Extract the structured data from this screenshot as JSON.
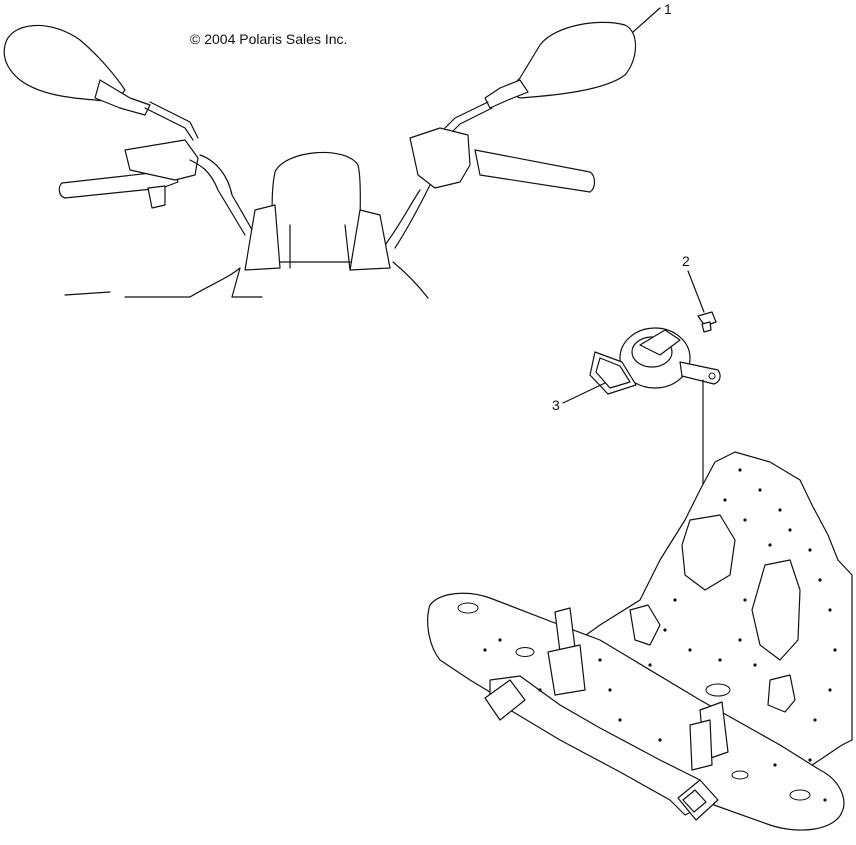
{
  "copyright": "© 2004 Polaris Sales Inc.",
  "callouts": [
    {
      "label": "1",
      "part": "mirror"
    },
    {
      "label": "2",
      "part": "screw"
    },
    {
      "label": "3",
      "part": "horn"
    }
  ]
}
